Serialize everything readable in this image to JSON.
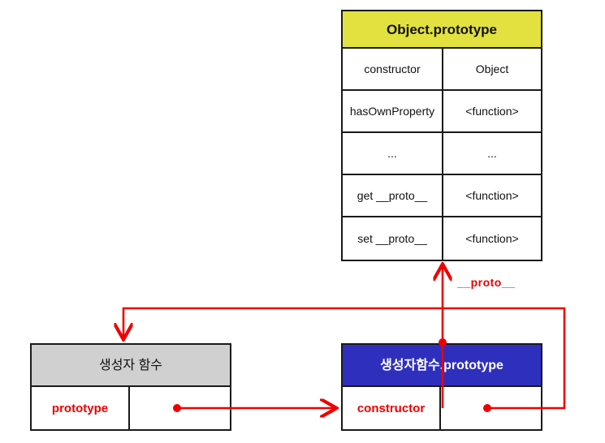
{
  "diagram": {
    "title": "JavaScript prototype chain diagram",
    "colors": {
      "object_prototype_header": "#e2e13f",
      "constructor_header": "#d0d0d0",
      "constructor_prototype_header": "#2f2fbd",
      "wire": "#ee0000",
      "border": "#1a1a1a",
      "text": "#111111",
      "header_text_light": "#ffffff"
    }
  },
  "object_prototype_table": {
    "header": "Object.prototype",
    "rows": [
      {
        "key": "constructor",
        "value": "Object"
      },
      {
        "key": "hasOwnProperty",
        "value": "<function>"
      },
      {
        "key": "...",
        "value": "..."
      },
      {
        "key": "get __proto__",
        "value": "<function>"
      },
      {
        "key": "set __proto__",
        "value": "<function>"
      }
    ]
  },
  "constructor_box": {
    "header": "생성자 함수",
    "rows": [
      {
        "key": "prototype",
        "value": ""
      }
    ]
  },
  "constructor_prototype_box": {
    "header": "생성자함수.prototype",
    "rows": [
      {
        "key": "constructor",
        "value": ""
      }
    ]
  },
  "edges": [
    {
      "label": "__proto__",
      "from": "constructor-prototype-box",
      "to": "object-prototype-table"
    },
    {
      "label": "",
      "from": "constructor-box-prototype-value",
      "to": "constructor-prototype-box"
    },
    {
      "label": "",
      "from": "constructor-prototype-constructor-value",
      "to": "constructor-box"
    }
  ]
}
